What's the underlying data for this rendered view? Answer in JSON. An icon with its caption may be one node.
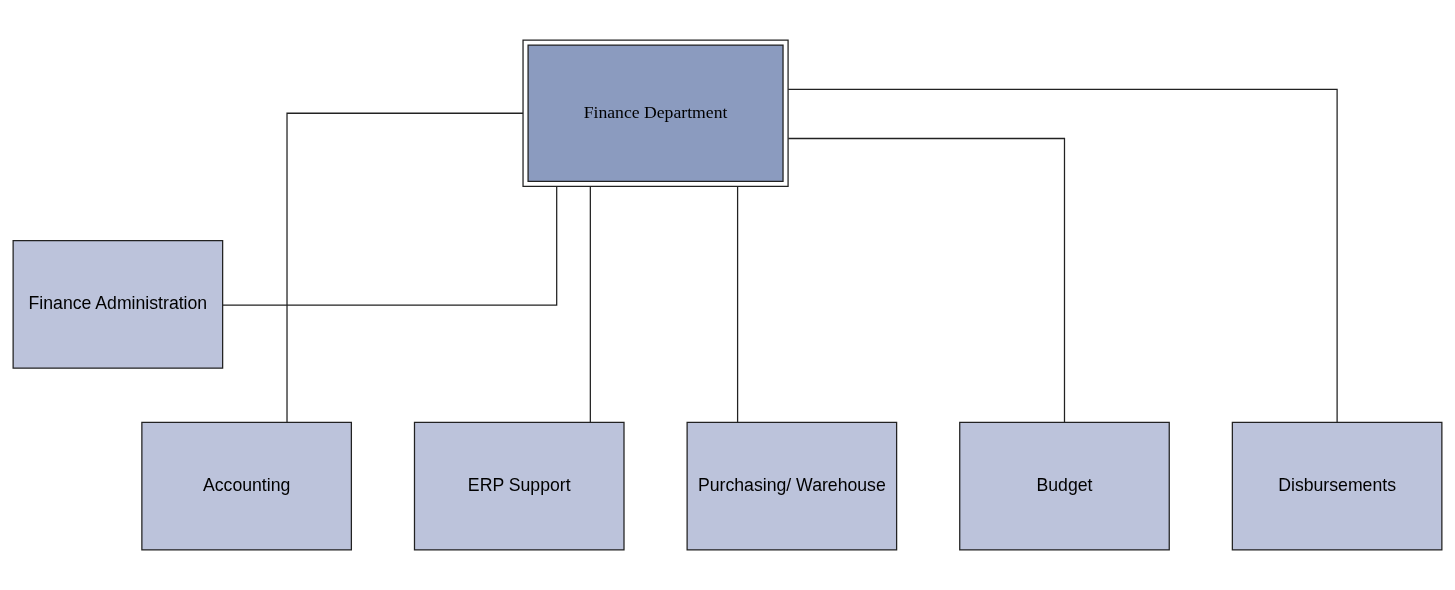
{
  "diagram": {
    "nodes": [
      {
        "text": [
          "Finance Department"
        ]
      },
      {
        "text": [
          "Finance Administration"
        ]
      },
      {
        "text": [
          "Accounting"
        ]
      },
      {
        "text": [
          "ERP Support"
        ]
      },
      {
        "text": [
          "Purchasing/ Warehouse"
        ]
      },
      {
        "text": [
          "Budget"
        ]
      },
      {
        "text": [
          "Disbursements"
        ]
      }
    ],
    "edges": [
      {
        "from": 0,
        "to": 1,
        "arrow": "none"
      },
      {
        "from": 0,
        "to": 2,
        "arrow": "none"
      },
      {
        "from": 0,
        "to": 3,
        "arrow": "none"
      },
      {
        "from": 0,
        "to": 4,
        "arrow": "none"
      },
      {
        "from": 0,
        "to": 5,
        "arrow": "none"
      },
      {
        "from": 0,
        "to": 6,
        "arrow": "none"
      }
    ]
  }
}
